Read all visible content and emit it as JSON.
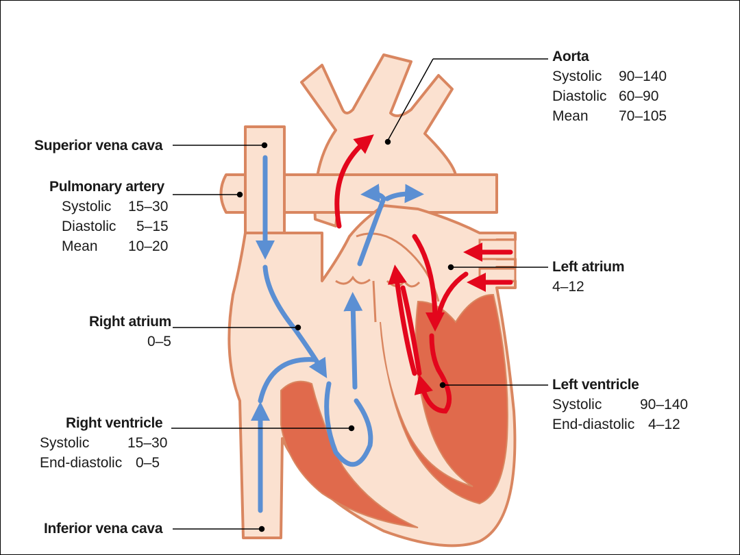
{
  "colors": {
    "tissue": "#fbe1d0",
    "outline": "#d98660",
    "muscle": "#e06a4c",
    "deoxy": "#5b8fd3",
    "oxy": "#e3061c",
    "leader": "#000000"
  },
  "labels": {
    "aorta": {
      "title": "Aorta",
      "rows": [
        {
          "k": "Systolic",
          "v": "90–140"
        },
        {
          "k": "Diastolic",
          "v": "60–90"
        },
        {
          "k": "Mean",
          "v": "70–105"
        }
      ]
    },
    "superior_vena_cava": {
      "title": "Superior vena cava"
    },
    "pulmonary_artery": {
      "title": "Pulmonary artery",
      "rows": [
        {
          "k": "Systolic",
          "v": "15–30"
        },
        {
          "k": "Diastolic",
          "v": "5–15"
        },
        {
          "k": "Mean",
          "v": "10–20"
        }
      ]
    },
    "left_atrium": {
      "title": "Left atrium",
      "value": "4–12"
    },
    "right_atrium": {
      "title": "Right atrium",
      "value": "0–5"
    },
    "left_ventricle": {
      "title": "Left ventricle",
      "rows": [
        {
          "k": "Systolic",
          "v": "90–140"
        },
        {
          "k": "End-diastolic",
          "v": "4–12"
        }
      ]
    },
    "right_ventricle": {
      "title": "Right ventricle",
      "rows": [
        {
          "k": "Systolic",
          "v": "15–30"
        },
        {
          "k": "End-diastolic",
          "v": "0–5"
        }
      ]
    },
    "inferior_vena_cava": {
      "title": "Inferior vena cava"
    }
  }
}
